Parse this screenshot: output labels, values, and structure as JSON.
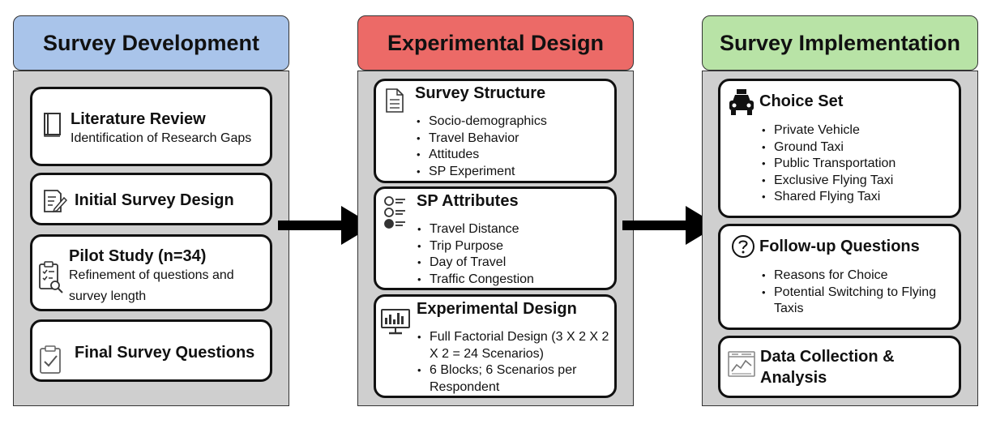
{
  "columns": [
    {
      "title": "Survey Development",
      "color": "#a9c4ea",
      "cards": [
        {
          "title": "Literature Review",
          "subtitle": "Identification of Research Gaps",
          "icon": "book-icon"
        },
        {
          "title": "Initial Survey Design",
          "icon": "form-pen-icon"
        },
        {
          "title": "Pilot Study (n=34)",
          "subtitle_lines": [
            "Refinement of questions and",
            "survey length"
          ],
          "icon": "checklist-search-icon"
        },
        {
          "title": "Final Survey Questions",
          "icon": "clipboard-check-icon"
        }
      ]
    },
    {
      "title": "Experimental Design",
      "color": "#ec6a67",
      "cards": [
        {
          "title": "Survey Structure",
          "icon": "document-icon",
          "items": [
            "Socio-demographics",
            "Travel Behavior",
            "Attitudes",
            "SP Experiment"
          ]
        },
        {
          "title": "SP Attributes",
          "icon": "attribute-list-icon",
          "items": [
            "Travel Distance",
            "Trip Purpose",
            "Day of Travel",
            "Traffic Congestion"
          ]
        },
        {
          "title": "Experimental Design",
          "icon": "monitor-chart-icon",
          "items": [
            "Full Factorial Design (3 X 2 X 2 X 2 = 24 Scenarios)",
            "6 Blocks; 6 Scenarios per Respondent"
          ]
        }
      ]
    },
    {
      "title": "Survey Implementation",
      "color": "#b8e3a6",
      "cards": [
        {
          "title": "Choice Set",
          "icon": "taxi-icon",
          "items": [
            "Private Vehicle",
            "Ground Taxi",
            "Public Transportation",
            "Exclusive Flying Taxi",
            "Shared Flying Taxi"
          ]
        },
        {
          "title": "Follow-up Questions",
          "icon": "question-circle-icon",
          "items": [
            "Reasons for Choice",
            "Potential Switching to Flying Taxis"
          ]
        },
        {
          "title_lines": [
            "Data Collection &",
            "Analysis"
          ],
          "icon": "data-analysis-icon"
        }
      ]
    }
  ]
}
